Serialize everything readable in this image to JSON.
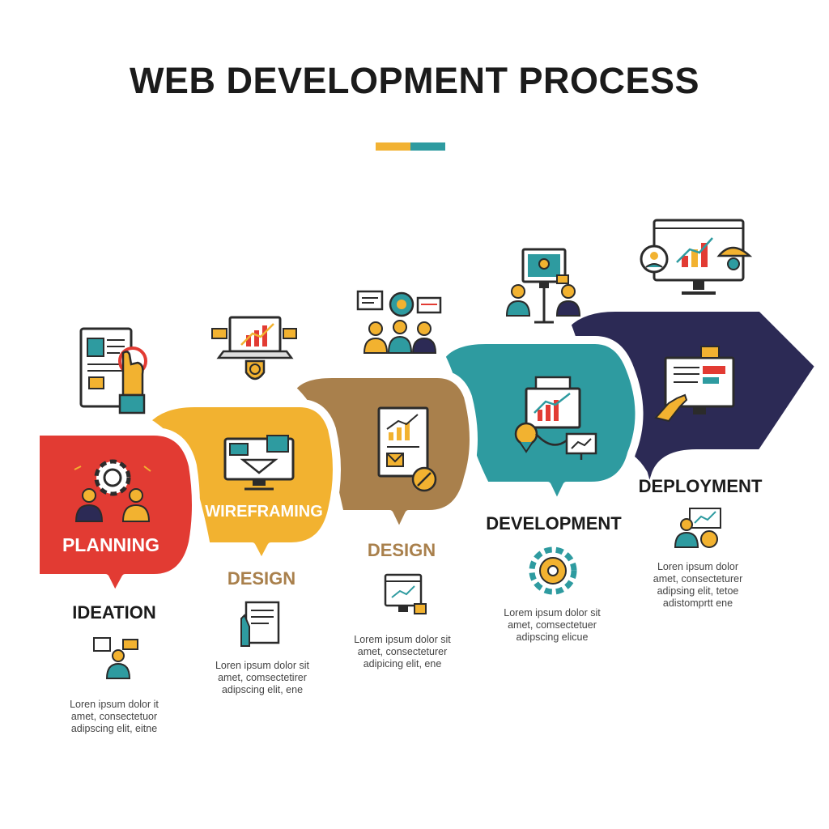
{
  "title": "WEB DEVELOPMENT PROCESS",
  "colors": {
    "accent_yellow": "#f2b233",
    "accent_teal": "#2e9ba0",
    "planning": "#e23b33",
    "wireframing": "#f2b230",
    "design": "#a9804c",
    "development": "#2e9ba0",
    "deployment": "#2c2a55"
  },
  "stages": [
    {
      "name": "PLANNING",
      "sub": "IDEATION",
      "desc": [
        "Loren ipsum dolor it",
        "amet, consectetuor",
        "adipscing elit, eitne"
      ]
    },
    {
      "name": "WIREFRAMING",
      "sub": "DESIGN",
      "desc": [
        "Loren ipsum dolor sit",
        "amet, comsectetirer",
        "adipscing elit, ene"
      ]
    },
    {
      "name": "",
      "sub": "DESIGN",
      "desc": [
        "Lorem ipsum dolor sit",
        "amet, consecteturer",
        "adipicing elit, ene"
      ]
    },
    {
      "name": "",
      "sub": "DEVELOPMENT",
      "desc": [
        "Lorem ipsum dolor sit",
        "amet, comsectetuer",
        "adipscing elicue"
      ]
    },
    {
      "name": "",
      "sub": "DEPLOYMENT",
      "desc": [
        "Loren ipsum dolor",
        "amet, consecteturer",
        "adipsing elit, tetoe",
        "adistomprtt ene"
      ]
    }
  ]
}
